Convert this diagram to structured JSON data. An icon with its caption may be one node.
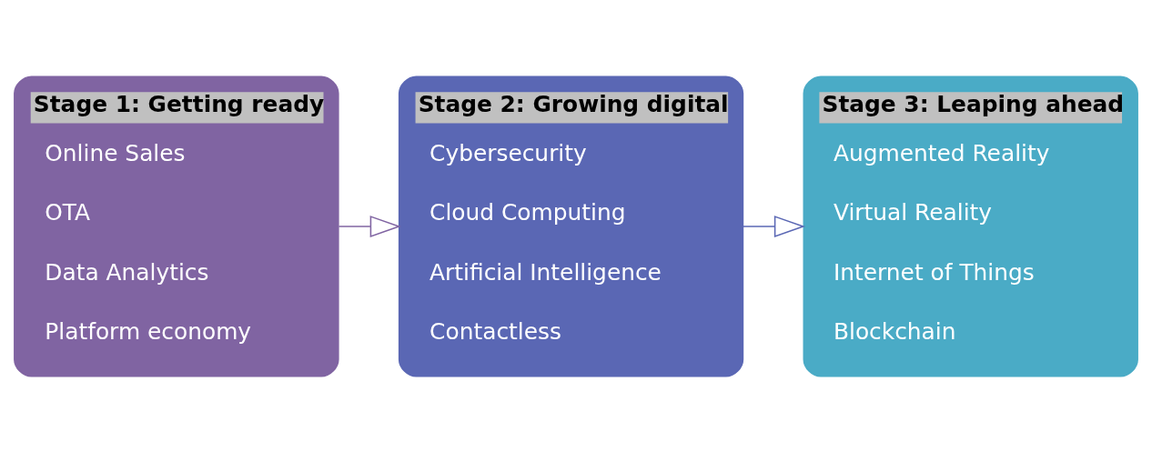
{
  "diagram": {
    "nodes": [
      {
        "text": [
          "Stage 1: Getting ready",
          "Online Sales",
          "OTA",
          "Data Analytics",
          "Platform economy"
        ]
      },
      {
        "text": [
          "Stage 2: Growing digital",
          "Cybersecurity",
          "Cloud Computing",
          "Artificial Intelligence",
          "Contactless"
        ]
      },
      {
        "text": [
          "Stage 3: Leaping ahead",
          "Augmented Reality",
          "Virtual Reality",
          "Internet of Things",
          "Blockchain"
        ]
      }
    ],
    "edges": [
      {
        "from": 0,
        "to": 1,
        "arrow": "to"
      },
      {
        "from": 1,
        "to": 2,
        "arrow": "to"
      }
    ]
  }
}
